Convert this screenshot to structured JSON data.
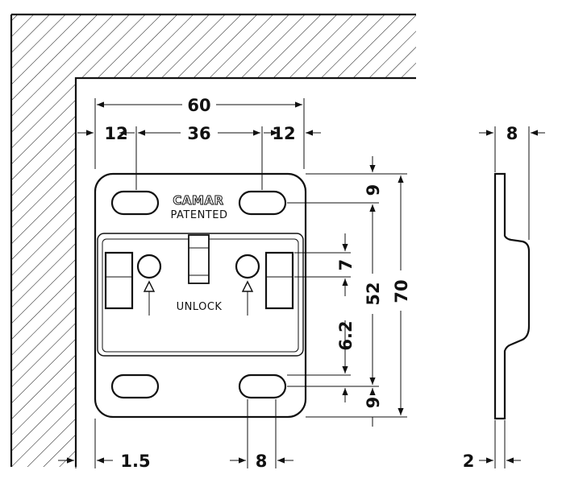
{
  "plate": {
    "brand": "CAMAR",
    "patent": "PATENTED",
    "action": "UNLOCK"
  },
  "dimensions": {
    "overall_width": "60",
    "left_offset": "12",
    "hole_spacing": "36",
    "right_offset": "12",
    "top_margin": "9",
    "hole_centers": "52",
    "overall_height": "70",
    "lock_height": "7",
    "lower_offset": "6.2",
    "bottom_margin": "9",
    "wall_gap": "1.5",
    "slot_width": "8",
    "side_depth": "8",
    "plate_thickness": "2"
  }
}
